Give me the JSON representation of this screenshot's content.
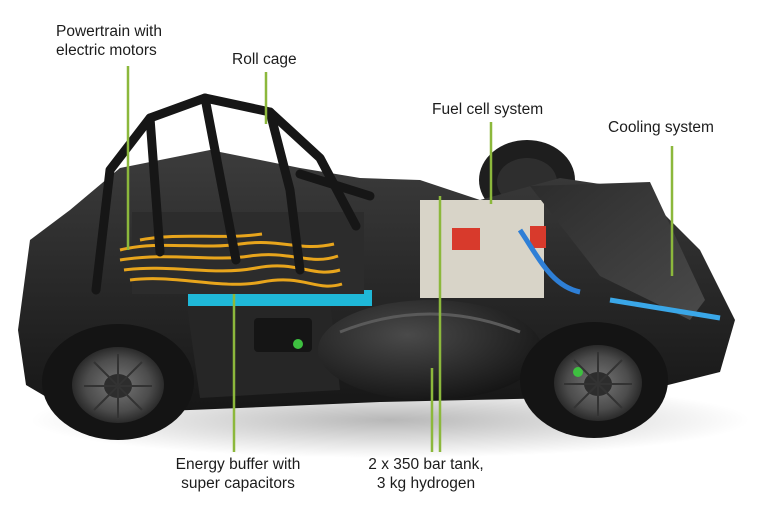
{
  "labels": {
    "powertrain": [
      "Powertrain with",
      "electric motors"
    ],
    "roll_cage": [
      "Roll cage"
    ],
    "fuel_cell": [
      "Fuel cell system"
    ],
    "cooling": [
      "Cooling system"
    ],
    "energy_buffer": [
      "Energy buffer with",
      "super capacitors"
    ],
    "tank": [
      "2 x 350 bar tank,",
      "3 kg hydrogen"
    ]
  },
  "colors": {
    "leader_line": "#8cb83c",
    "body": "#2a2a2a",
    "wiring": "#e8a51c",
    "capacitor": "#1fb8d8",
    "wheel_accent": "#3ec040",
    "fuel_cell_red": "#d83a2c"
  }
}
